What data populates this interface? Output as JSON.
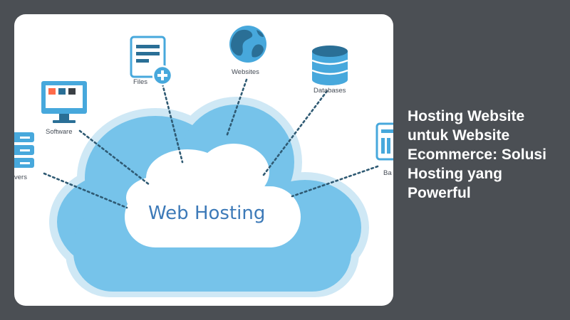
{
  "headline": "Hosting Website untuk Website Ecommerce: Solusi Hosting yang Powerful",
  "illustration": {
    "center_label": "Web Hosting",
    "labels": {
      "files": "Files",
      "websites": "Websites",
      "databases": "Databases",
      "software": "Software",
      "servers": "vers",
      "backup": "Ba"
    }
  },
  "colors": {
    "page_background": "#4b4f54",
    "cloud_fill": "#76c3ea",
    "cloud_outline": "#cfe8f5",
    "icon_primary": "#47a8dc",
    "icon_dark": "#2a6f96",
    "dotted_connector": "#2f5a73",
    "center_text": "#3d7ab8"
  }
}
